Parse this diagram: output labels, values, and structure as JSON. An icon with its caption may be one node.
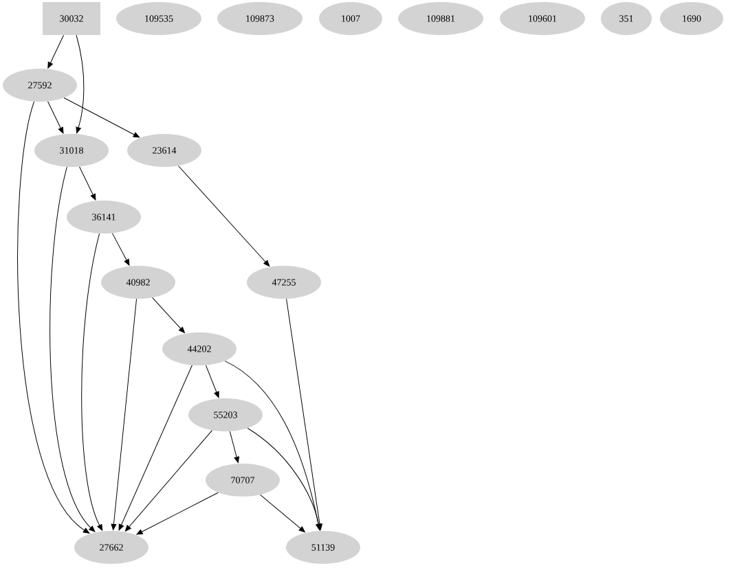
{
  "diagram": {
    "nodes": [
      {
        "text": [
          "30032"
        ]
      },
      {
        "text": [
          "109535"
        ]
      },
      {
        "text": [
          "109873"
        ]
      },
      {
        "text": [
          "1007"
        ]
      },
      {
        "text": [
          "109881"
        ]
      },
      {
        "text": [
          "109601"
        ]
      },
      {
        "text": [
          "351"
        ]
      },
      {
        "text": [
          "1690"
        ]
      },
      {
        "text": [
          "27592"
        ]
      },
      {
        "text": [
          "31018"
        ]
      },
      {
        "text": [
          "23614"
        ]
      },
      {
        "text": [
          "36141"
        ]
      },
      {
        "text": [
          "40982"
        ]
      },
      {
        "text": [
          "47255"
        ]
      },
      {
        "text": [
          "44202"
        ]
      },
      {
        "text": [
          "55203"
        ]
      },
      {
        "text": [
          "70707"
        ]
      },
      {
        "text": [
          "27662"
        ]
      },
      {
        "text": [
          "51139"
        ]
      }
    ],
    "edges": [
      {
        "from": 0,
        "to": 8,
        "arrow": "to"
      },
      {
        "from": 0,
        "to": 9,
        "arrow": "to"
      },
      {
        "from": 8,
        "to": 9,
        "arrow": "to"
      },
      {
        "from": 8,
        "to": 10,
        "arrow": "to"
      },
      {
        "from": 8,
        "to": 17,
        "arrow": "to"
      },
      {
        "from": 9,
        "to": 11,
        "arrow": "to"
      },
      {
        "from": 9,
        "to": 17,
        "arrow": "to"
      },
      {
        "from": 10,
        "to": 13,
        "arrow": "to"
      },
      {
        "from": 11,
        "to": 12,
        "arrow": "to"
      },
      {
        "from": 11,
        "to": 17,
        "arrow": "to"
      },
      {
        "from": 12,
        "to": 14,
        "arrow": "to"
      },
      {
        "from": 12,
        "to": 17,
        "arrow": "to"
      },
      {
        "from": 13,
        "to": 18,
        "arrow": "to"
      },
      {
        "from": 14,
        "to": 15,
        "arrow": "to"
      },
      {
        "from": 14,
        "to": 17,
        "arrow": "to"
      },
      {
        "from": 14,
        "to": 18,
        "arrow": "to"
      },
      {
        "from": 15,
        "to": 16,
        "arrow": "to"
      },
      {
        "from": 15,
        "to": 17,
        "arrow": "to"
      },
      {
        "from": 15,
        "to": 18,
        "arrow": "to"
      },
      {
        "from": 16,
        "to": 17,
        "arrow": "to"
      },
      {
        "from": 16,
        "to": 18,
        "arrow": "to"
      }
    ]
  }
}
